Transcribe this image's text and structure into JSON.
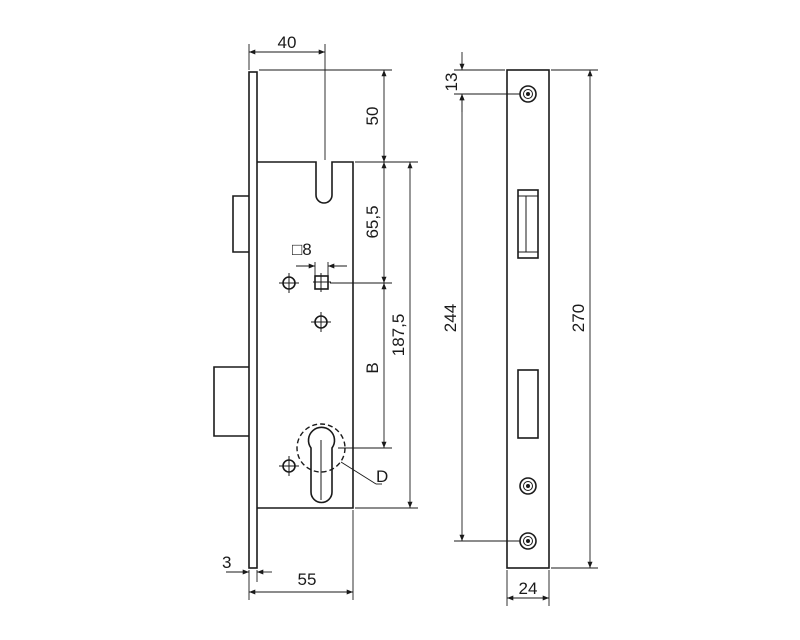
{
  "side_view": {
    "dims": {
      "width_top": "40",
      "top_offset": "50",
      "spindle_offset": "65,5",
      "spindle_size": "□8",
      "backset_b": "B",
      "total_height": "187,5",
      "cylinder": "D",
      "faceplate_thickness": "3",
      "body_width": "55"
    }
  },
  "front_view": {
    "dims": {
      "screw_offset": "13",
      "screw_spacing": "244",
      "faceplate_length": "270",
      "faceplate_width": "24"
    }
  }
}
